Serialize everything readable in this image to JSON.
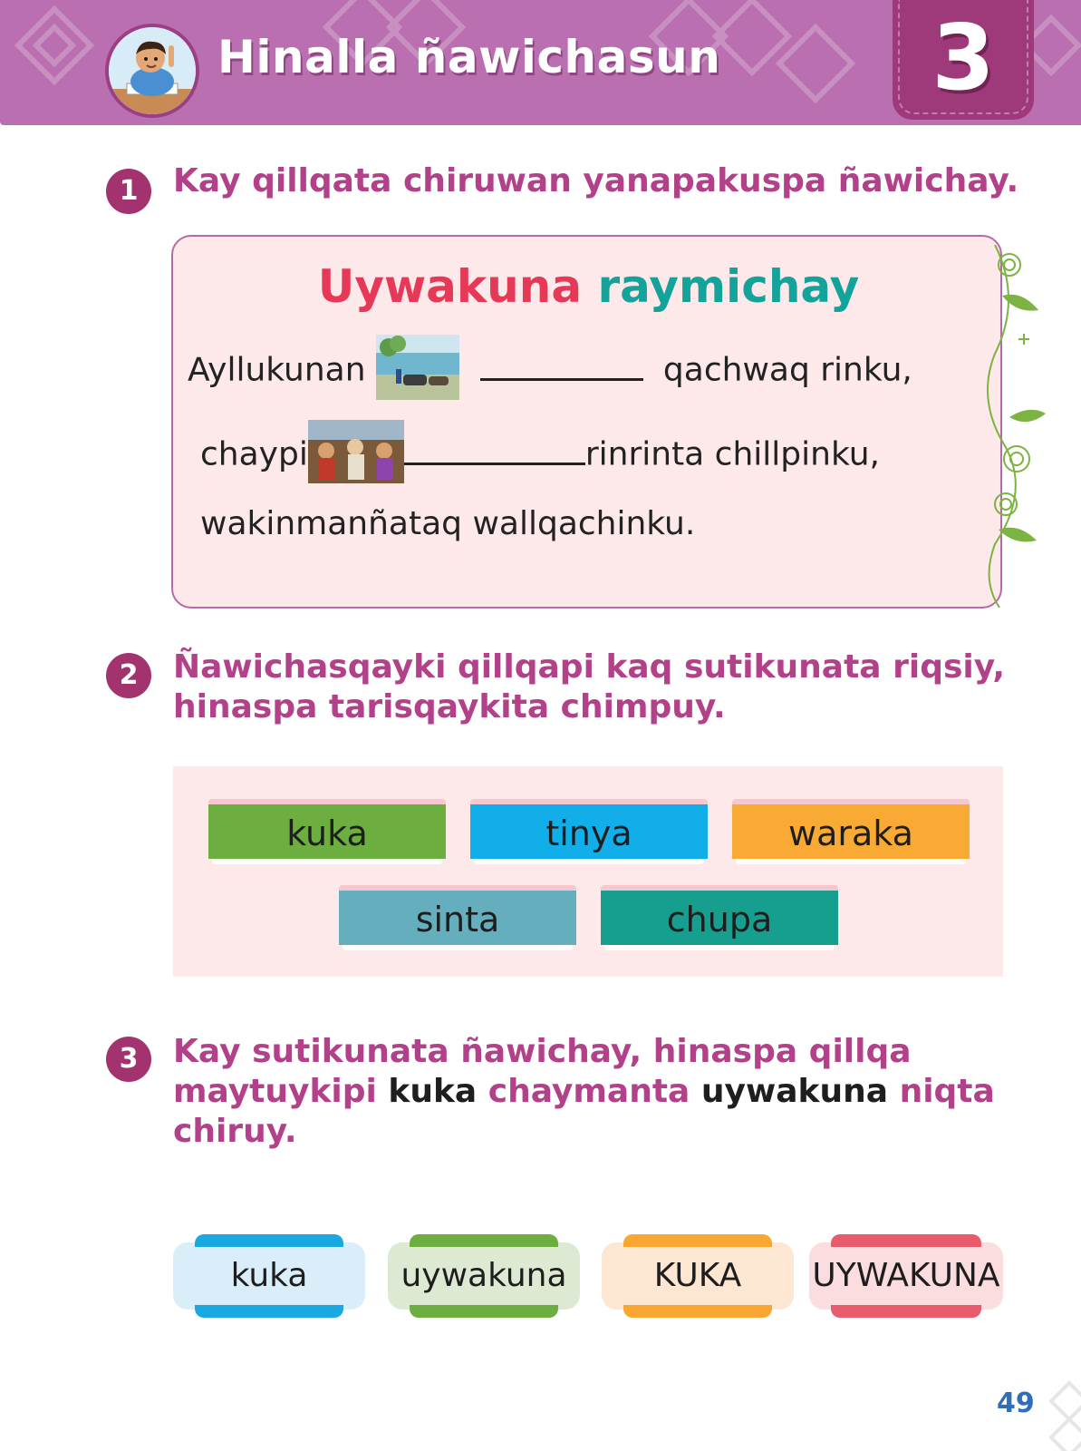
{
  "header": {
    "title": "Hinalla ñawichasun",
    "unit_number": "3"
  },
  "activity1": {
    "number": "1",
    "instruction": "Kay qillqata chiruwan yanapakuspa ñawichay."
  },
  "reading": {
    "title_part1": "Uywakuna",
    "title_part2": "raymichay",
    "line1_start": "Ayllukunan",
    "line1_end": "qachwaq rinku,",
    "line2_start": "chaypi",
    "line2_end": "rinrinta chillpinku,",
    "line3": "wakinmanñataq wallqachinku."
  },
  "activity2": {
    "number": "2",
    "instruction_line1": "Ñawichasqayki qillqapi kaq sutikunata riqsiy,",
    "instruction_line2": "hinaspa tarisqaykita chimpuy."
  },
  "word_bank": [
    {
      "label": "kuka",
      "color": "#6cae3f"
    },
    {
      "label": "tinya",
      "color": "#12aee9"
    },
    {
      "label": "waraka",
      "color": "#f9aa35"
    },
    {
      "label": "sinta",
      "color": "#64aebe"
    },
    {
      "label": "chupa",
      "color": "#169e8f"
    }
  ],
  "activity3": {
    "number": "3",
    "line1": "Kay sutikunata ñawichay, hinaspa qillqa",
    "line2_a": "maytuykipi",
    "line2_b": "kuka",
    "line2_c": "chaymanta",
    "line2_d": "uywakuna",
    "line2_e": "niqta",
    "line3": "chiruy."
  },
  "answer_pills": [
    {
      "label": "kuka",
      "bg": "#daeef9",
      "accent": "#1aa8e0"
    },
    {
      "label": "uywakuna",
      "bg": "#dde9d2",
      "accent": "#6cae3f"
    },
    {
      "label": "KUKA",
      "bg": "#fde6d2",
      "accent": "#f9a730"
    },
    {
      "label": "UYWAKUNA",
      "bg": "#fbdde0",
      "accent": "#e85b6c"
    }
  ],
  "page_number": "49"
}
